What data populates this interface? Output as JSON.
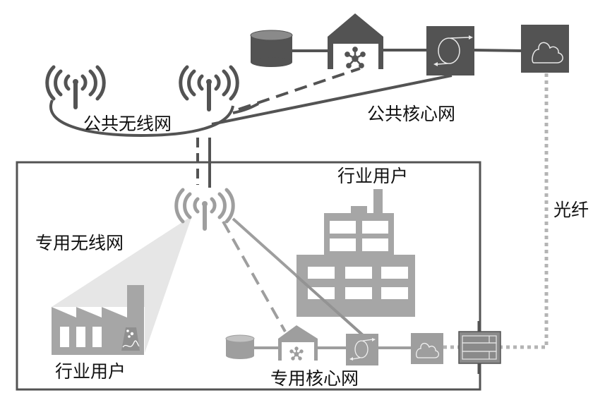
{
  "labels": {
    "public_wireless": "公共无线网",
    "public_core": "公共核心网",
    "private_wireless": "专用无线网",
    "private_core": "专用核心网",
    "industry_user_building": "行业用户",
    "industry_user_factory": "行业用户",
    "fiber": "光纤"
  },
  "colors": {
    "dark": "#535353",
    "mid": "#9e9e9e",
    "light_beam": "#e6e6e6",
    "fiber": "#b4b4b4",
    "text": "#111111",
    "background": "#ffffff"
  },
  "nodes": {
    "public_core": [
      "database-icon",
      "network-hub-icon",
      "router-icon",
      "cloud-icon"
    ],
    "public_wireless": [
      "antenna-icon",
      "antenna-icon"
    ],
    "private_wireless": [
      "antenna-icon"
    ],
    "private_core": [
      "database-icon",
      "network-hub-icon",
      "router-icon",
      "cloud-icon",
      "firewall-icon"
    ],
    "users": [
      "office-building-icon",
      "factory-icon"
    ]
  }
}
